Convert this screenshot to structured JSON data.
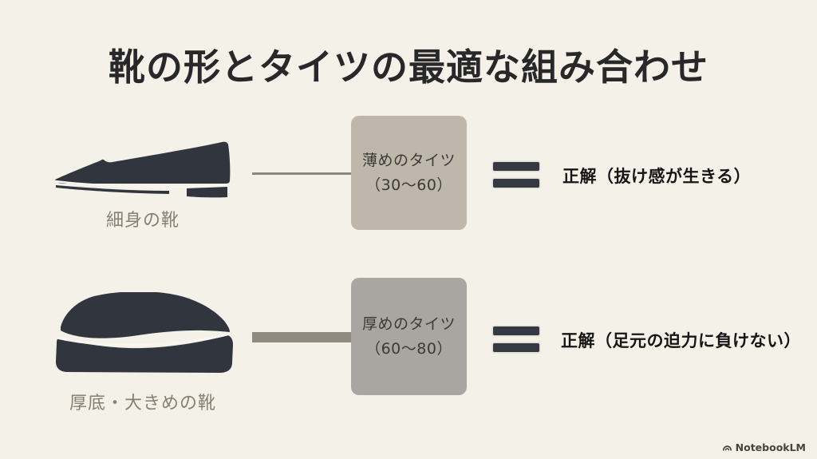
{
  "page": {
    "title": "靴の形とタイツの最適な組み合わせ"
  },
  "rows": [
    {
      "shoe_icon": "flat-slim-shoe-icon",
      "shoe_label": "細身の靴",
      "connector": "thin-line",
      "tights_line1": "薄めのタイツ",
      "tights_line2": "（30〜60）",
      "box_bg": "#bfb7ab",
      "relation": "equals",
      "result": "正解（抜け感が生きる）"
    },
    {
      "shoe_icon": "platform-shoe-icon",
      "shoe_label": "厚底・大きめの靴",
      "connector": "thick-line",
      "tights_line1": "厚めのタイツ",
      "tights_line2": "（60〜80）",
      "box_bg": "#a9a6a1",
      "relation": "equals",
      "result": "正解（足元の迫力に負けない）"
    }
  ],
  "footer": {
    "brand": "NotebookLM"
  },
  "colors": {
    "background": "#f3f1e8",
    "title_text": "#28282a",
    "shoe_fill": "#30353e",
    "shoe_sole_line": "#f7f5ee",
    "label_text": "#877f71",
    "connector_thin": "#8c887c",
    "connector_thick": "#8f8b80",
    "box_text": "#3b3a37",
    "equals_fill": "#343942",
    "result_text": "#161616",
    "brand_text": "#45443f"
  }
}
